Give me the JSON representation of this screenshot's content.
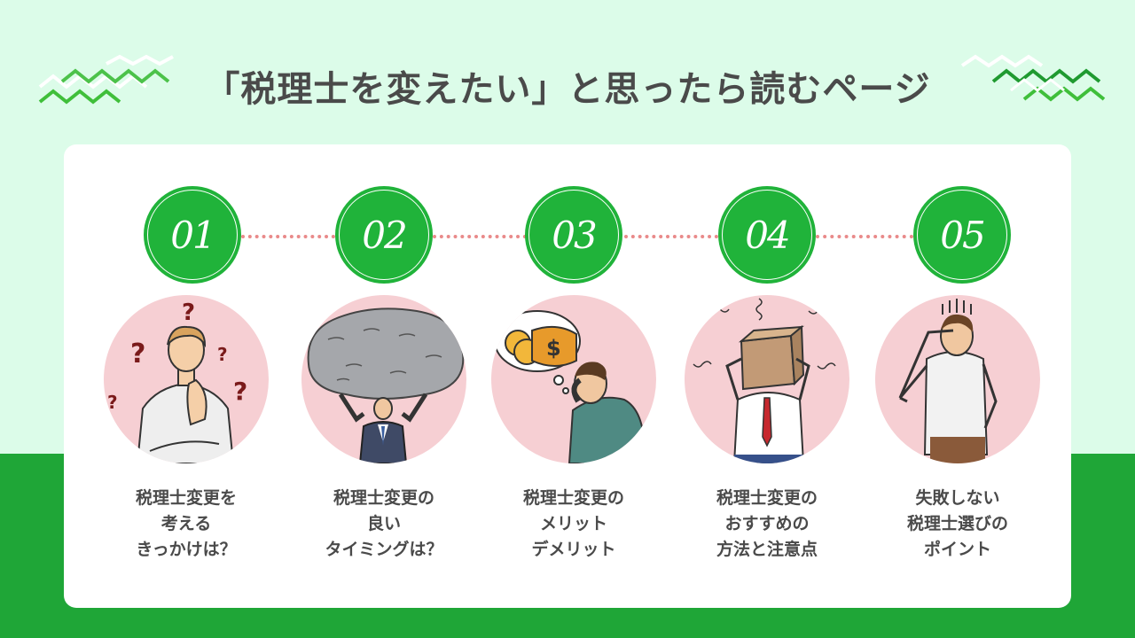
{
  "title": "「税理士を変えたい」と思ったら読むページ",
  "colors": {
    "accent_green": "#20b33a",
    "mint_background": "#dcfce9",
    "dark_green": "#1fa637",
    "pink": "#f6cfd3",
    "dot_red": "#e98a8a"
  },
  "steps": [
    {
      "number": "01",
      "icon": "confused-man-question-marks-icon",
      "lines": [
        "税理士変更を",
        "考える",
        "きっかけは？"
      ]
    },
    {
      "number": "02",
      "icon": "man-lifting-boulder-icon",
      "lines": [
        "税理士変更の",
        "良い",
        "タイミングは？"
      ]
    },
    {
      "number": "03",
      "icon": "man-thinking-money-icon",
      "lines": [
        "税理士変更の",
        "メリット",
        "デメリット"
      ]
    },
    {
      "number": "04",
      "icon": "box-head-stressed-man-icon",
      "lines": [
        "税理士変更の",
        "おすすめの",
        "方法と注意点"
      ]
    },
    {
      "number": "05",
      "icon": "facepalm-man-icon",
      "lines": [
        "失敗しない",
        "税理士選びの",
        "ポイント"
      ]
    }
  ]
}
